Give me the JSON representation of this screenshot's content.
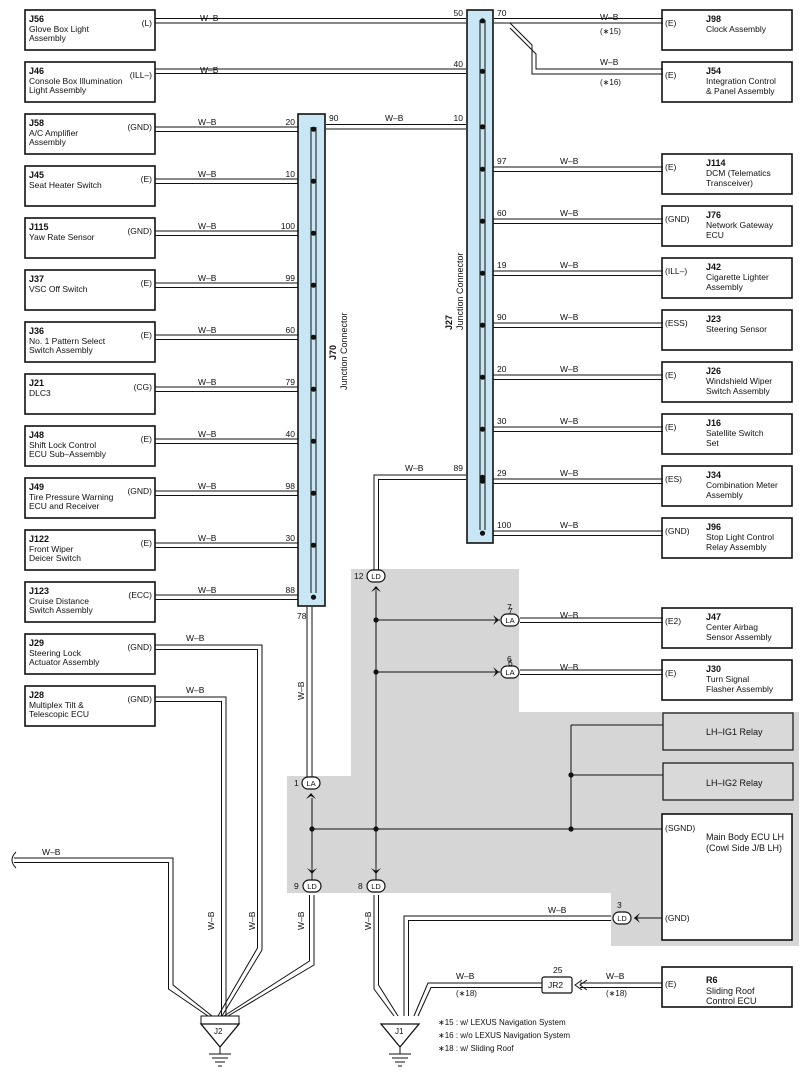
{
  "connectors": {
    "j70": {
      "id": "J70",
      "name": "Junction Connector"
    },
    "j27": {
      "id": "J27",
      "name": "Junction Connector"
    }
  },
  "wire": "W–B",
  "left": [
    {
      "id": "J56",
      "l1": "Glove Box Light",
      "l2": "Assembly",
      "term": "(L)",
      "pin": "50"
    },
    {
      "id": "J46",
      "l1": "Console Box Illumination",
      "l2": "Light Assembly",
      "term": "(ILL–)",
      "pin": "40"
    },
    {
      "id": "J58",
      "l1": "A/C Amplifier",
      "l2": "Assembly",
      "term": "(GND)",
      "pin": "20"
    },
    {
      "id": "J45",
      "l1": "Seat Heater Switch",
      "l2": "",
      "term": "(E)",
      "pin": "10"
    },
    {
      "id": "J115",
      "l1": "Yaw Rate Sensor",
      "l2": "",
      "term": "(GND)",
      "pin": "100"
    },
    {
      "id": "J37",
      "l1": "VSC Off Switch",
      "l2": "",
      "term": "(E)",
      "pin": "99"
    },
    {
      "id": "J36",
      "l1": "No. 1 Pattern Select",
      "l2": "Switch Assembly",
      "term": "(E)",
      "pin": "60"
    },
    {
      "id": "J21",
      "l1": "DLC3",
      "l2": "",
      "term": "(CG)",
      "pin": "79"
    },
    {
      "id": "J48",
      "l1": "Shift Lock Control",
      "l2": "ECU Sub–Assembly",
      "term": "(E)",
      "pin": "40"
    },
    {
      "id": "J49",
      "l1": "Tire Pressure Warning",
      "l2": "ECU and Receiver",
      "term": "(GND)",
      "pin": "98"
    },
    {
      "id": "J122",
      "l1": "Front Wiper",
      "l2": "Deicer Switch",
      "term": "(E)",
      "pin": "30"
    },
    {
      "id": "J123",
      "l1": "Cruise Distance",
      "l2": "Switch Assembly",
      "term": "(ECC)",
      "pin": "88"
    },
    {
      "id": "J29",
      "l1": "Steering Lock",
      "l2": "Actuator Assembly",
      "term": "(GND)",
      "pin": ""
    },
    {
      "id": "J28",
      "l1": "Multiplex Tilt &",
      "l2": "Telescopic ECU",
      "term": "(GND)",
      "pin": ""
    }
  ],
  "right": [
    {
      "id": "J98",
      "l1": "Clock Assembly",
      "l2": "",
      "l3": "",
      "term": "(E)",
      "pin": "70",
      "note": "(∗15)"
    },
    {
      "id": "J54",
      "l1": "Integration Control",
      "l2": "& Panel Assembly",
      "l3": "",
      "term": "(E)",
      "pin": "",
      "note": "(∗16)"
    },
    {
      "id": "J114",
      "l1": "DCM (Telematics",
      "l2": "Transceiver)",
      "l3": "",
      "term": "(E)",
      "pin": "97",
      "note": ""
    },
    {
      "id": "J76",
      "l1": "Network Gateway",
      "l2": "ECU",
      "l3": "",
      "term": "(GND)",
      "pin": "60",
      "note": ""
    },
    {
      "id": "J42",
      "l1": "Cigarette Lighter",
      "l2": "Assembly",
      "l3": "",
      "term": "(ILL–)",
      "pin": "19",
      "note": ""
    },
    {
      "id": "J23",
      "l1": "Steering Sensor",
      "l2": "",
      "l3": "",
      "term": "(ESS)",
      "pin": "90",
      "note": ""
    },
    {
      "id": "J26",
      "l1": "Windshield Wiper",
      "l2": "Switch Assembly",
      "l3": "",
      "term": "(E)",
      "pin": "20",
      "note": ""
    },
    {
      "id": "J16",
      "l1": "Satellite Switch",
      "l2": "Set",
      "l3": "",
      "term": "(E)",
      "pin": "30",
      "note": ""
    },
    {
      "id": "J34",
      "l1": "Combination Meter",
      "l2": "Assembly",
      "l3": "",
      "term": "(ES)",
      "pin": "29",
      "note": ""
    },
    {
      "id": "J96",
      "l1": "Stop Light Control",
      "l2": "Relay Assembly",
      "l3": "",
      "term": "(GND)",
      "pin": "100",
      "note": ""
    },
    {
      "id": "J47",
      "l1": "Center Airbag",
      "l2": "Sensor Assembly",
      "l3": "",
      "term": "(E2)",
      "pin": "7",
      "note": ""
    },
    {
      "id": "J30",
      "l1": "Turn Signal",
      "l2": "Flasher Assembly",
      "l3": "",
      "term": "(E)",
      "pin": "6",
      "note": ""
    }
  ],
  "pins": {
    "j70_90": "90",
    "j27_10": "10",
    "j27_89": "89",
    "j70_78": "78",
    "ld12": "12",
    "la1": "1",
    "ld9": "9",
    "ld8": "8",
    "ld3": "3",
    "la7": "7",
    "la6": "6",
    "jr2_25": "25"
  },
  "labels": {
    "la": "LA",
    "ld": "LD",
    "jr2": "JR2",
    "j1": "J1",
    "j2": "J2"
  },
  "relays": {
    "ig1": "LH–IG1 Relay",
    "ig2": "LH–IG2 Relay"
  },
  "ecu": {
    "term": "(SGND)",
    "l1": "Main Body ECU LH",
    "l2": "(Cowl Side J/B LH)",
    "gnd": "(GND)"
  },
  "r6": {
    "id": "R6",
    "l1": "Sliding Roof",
    "l2": "Control ECU",
    "term": "(E)",
    "note": "(∗18)"
  },
  "notes": [
    "∗15 : w/ LEXUS Navigation System",
    "∗16 : w/o LEXUS Navigation System",
    "∗18 : w/ Sliding Roof"
  ]
}
